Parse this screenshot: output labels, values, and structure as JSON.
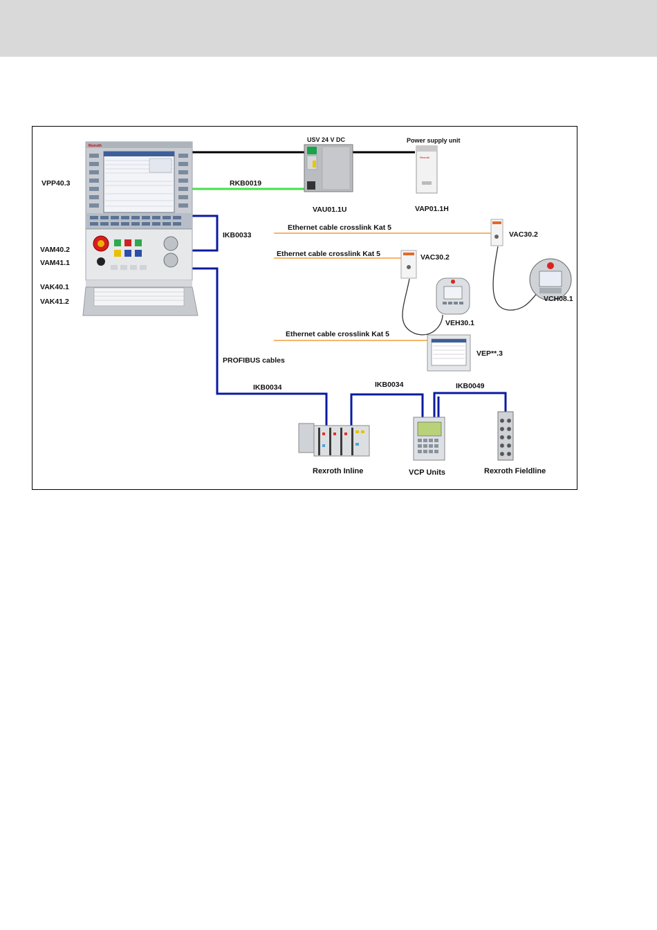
{
  "labels": {
    "vpp": "VPP40.3",
    "vam402": "VAM40.2",
    "vam411": "VAM41.1",
    "vak401": "VAK40.1",
    "vak412": "VAK41.2",
    "usv": "USV 24 V DC",
    "psu": "Power supply unit",
    "rkb": "RKB0019",
    "vau": "VAU01.1U",
    "vap": "VAP01.1H",
    "ikb0033": "IKB0033",
    "eth1": "Ethernet cable crosslink Kat 5",
    "eth2": "Ethernet cable crosslink Kat 5",
    "eth3": "Ethernet cable crosslink Kat 5",
    "vac_a": "VAC30.2",
    "vac_b": "VAC30.2",
    "vch": "VCH08.1",
    "veh": "VEH30.1",
    "vep": "VEP**.3",
    "profibus": "PROFIBUS cables",
    "ikb0034_a": "IKB0034",
    "ikb0034_b": "IKB0034",
    "ikb0049": "IKB0049",
    "inline": "Rexroth Inline",
    "vcp": "VCP Units",
    "fieldline": "Rexroth Fieldline"
  },
  "colors": {
    "ethernet": "#f5b56a",
    "profibus": "#0a1aa0",
    "rkb": "#46e046",
    "power": "#000000",
    "topbar": "#d9d9d9"
  }
}
